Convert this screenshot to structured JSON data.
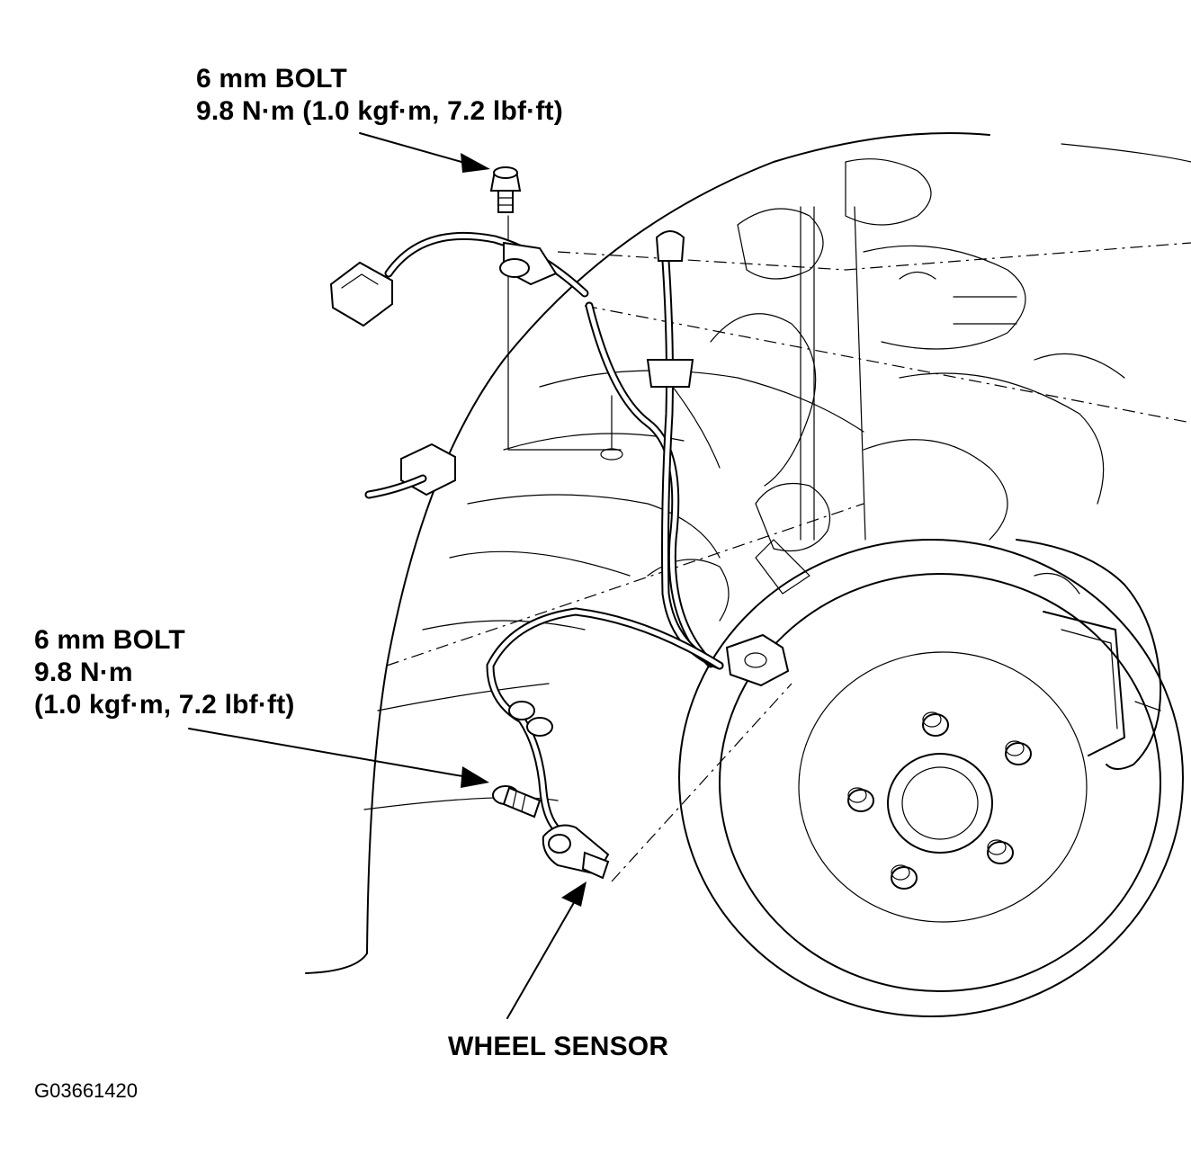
{
  "callouts": {
    "upper_bolt": {
      "line1": "6 mm BOLT",
      "line2": "9.8 N·m (1.0 kgf·m, 7.2 lbf·ft)"
    },
    "lower_bolt": {
      "line1": "6 mm BOLT",
      "line2": "9.8 N·m",
      "line3": "(1.0 kgf·m, 7.2 lbf·ft)"
    },
    "sensor": {
      "label": "WHEEL SENSOR"
    }
  },
  "figure_id": "G03661420",
  "colors": {
    "ink": "#000000",
    "paper": "#ffffff"
  }
}
